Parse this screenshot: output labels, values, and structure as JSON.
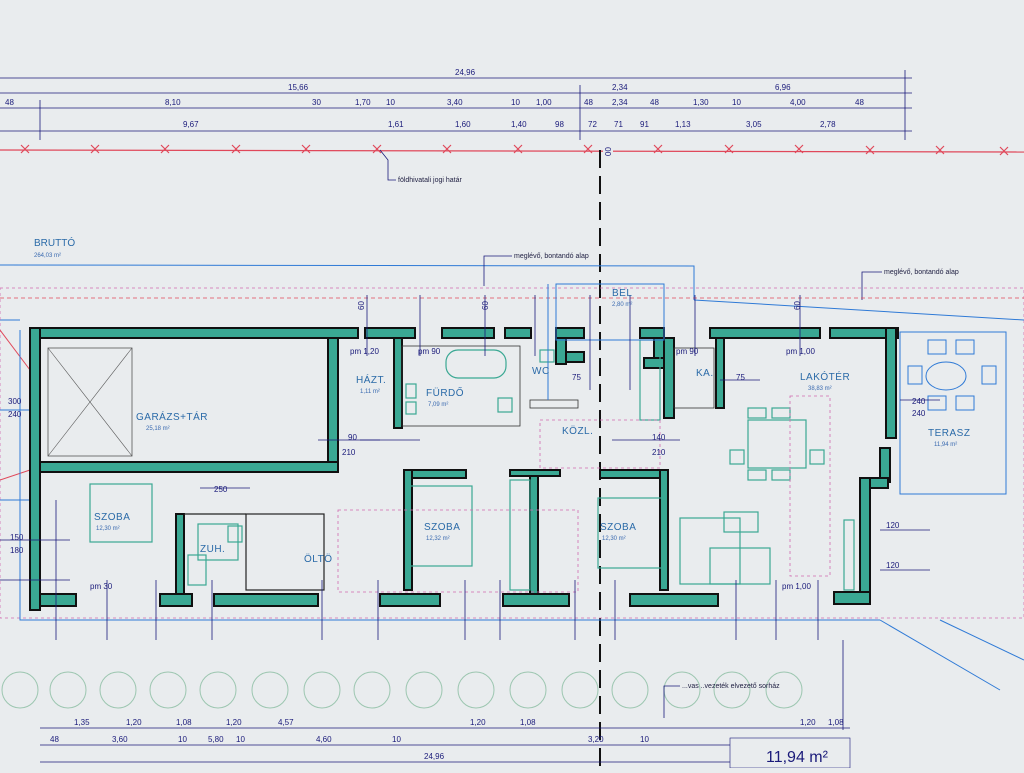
{
  "top_dims": {
    "row1": [
      "24,96"
    ],
    "row2": [
      "15,66",
      "2,34",
      "6,96"
    ],
    "row3": [
      "48",
      "8,10",
      "30",
      "1,70",
      "10",
      "3,40",
      "10",
      "1,00",
      "48",
      "2,34",
      "48",
      "1,30",
      "10",
      "4,00",
      "48"
    ],
    "row4": [
      "9,67",
      "1,61",
      "1,60",
      "1,40",
      "98",
      "72",
      "71",
      "91",
      "1,13",
      "3,05",
      "2,78"
    ]
  },
  "notes": {
    "boundary": "földhivatali jogi határ",
    "existing_foundation_1": "meglévő, bontandó alap",
    "existing_foundation_2": "meglévő, bontandó alap",
    "bottom_note": "...vas ..vezeték elvezető sorház"
  },
  "brutto": {
    "label": "BRUTTÓ",
    "value": "264,03 m²"
  },
  "rooms": {
    "garazs": {
      "name": "GARÁZS+TÁR",
      "area": "25,18 m²"
    },
    "hazt": {
      "name": "HÁZT.",
      "area": "1,11 m²"
    },
    "furdo": {
      "name": "FÜRDŐ",
      "area": "7,09 m²"
    },
    "wc": {
      "name": "WC",
      "area": ""
    },
    "bel": {
      "name": "BEL",
      "area": "2,80 m²"
    },
    "kozl": {
      "name": "KÖZL.",
      "area": ""
    },
    "kam": {
      "name": "KA.",
      "area": ""
    },
    "lakoter": {
      "name": "LAKÓTÉR",
      "area": "38,83 m²"
    },
    "terasz": {
      "name": "TERASZ",
      "area": "11,94 m²"
    },
    "szoba1": {
      "name": "SZOBA",
      "area": "12,30 m²"
    },
    "szoba2": {
      "name": "SZOBA",
      "area": "12,32 m²"
    },
    "szoba3": {
      "name": "SZOBA",
      "area": "12,30 m²"
    },
    "zuh": {
      "name": "ZUH.",
      "area": ""
    },
    "oltozo": {
      "name": "ÖLTÖ",
      "area": ""
    }
  },
  "openings": {
    "pm120": "pm 1,20",
    "pm90a": "pm 90",
    "pm90b": "pm 90",
    "pm100": "pm 1,00",
    "pm30": "pm 30",
    "pm100b": "pm 1,00"
  },
  "labels_misc": {
    "v300": "300",
    "v240a": "240",
    "v240b": "240",
    "v240c": "240",
    "v150": "150",
    "v120a": "120",
    "v120b": "120",
    "v60a": "60",
    "v60b": "60",
    "v60c": "60",
    "v90": "90",
    "v210a": "210",
    "v210b": "210",
    "v140": "140",
    "v75a": "75",
    "v75b": "75",
    "v250": "250",
    "v180": "180"
  },
  "bottom_dims": {
    "row1": [
      "1,35",
      "1,20",
      "1,08",
      "1,20",
      "4,57",
      "1,20",
      "1,08",
      "1,20",
      "1,08"
    ],
    "row2": [
      "48",
      "3,60",
      "10",
      "5,80",
      "10",
      "4,60",
      "10",
      "3,20",
      "10"
    ],
    "row3": [
      "24,96"
    ]
  },
  "area_readout": "11,94 m²",
  "axis_marker": "00"
}
